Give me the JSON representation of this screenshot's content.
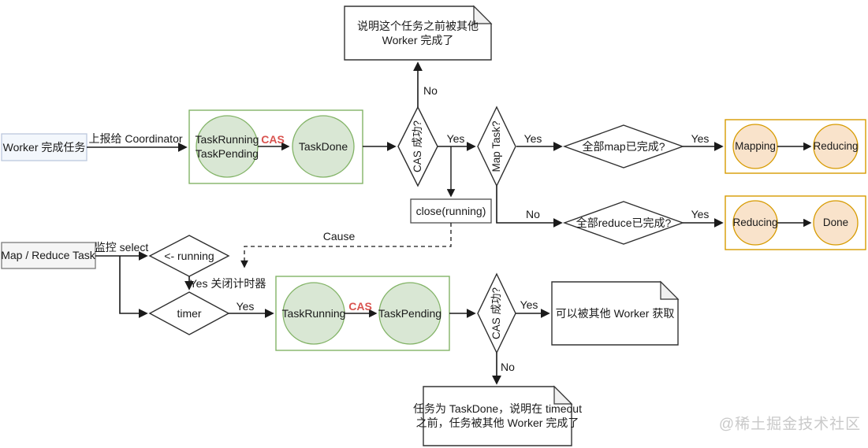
{
  "colors": {
    "green_fill": "#d9e7d4",
    "green_border": "#82b366",
    "orange_fill": "#f9e3cb",
    "orange_border": "#d79b00",
    "blue_fill": "#f3f7fc",
    "blue_border": "#bcc8dd",
    "gray_fill": "#f5f5f5",
    "cas_red": "#d9534f",
    "line": "#1a1a1a",
    "watermark_gray": "#c9c9c9"
  },
  "nodes": {
    "worker_done": "Worker 完成任务",
    "task_running_pending": {
      "line1": "TaskRunning",
      "line2": "TaskPending"
    },
    "task_done": "TaskDone",
    "cas_success_top": "CAS 成功?",
    "map_task": "Map Task?",
    "all_map_done": "全部map已完成?",
    "mapping": "Mapping",
    "reducing_after_map": "Reducing",
    "all_reduce_done": "全部reduce已完成?",
    "reducing_bottom": "Reducing",
    "done": "Done",
    "close_running": "close(running)",
    "map_reduce_task": "Map / Reduce Task",
    "recv_running": "<- running",
    "timer": "timer",
    "task_running": "TaskRunning",
    "task_pending": "TaskPending",
    "cas_success_bottom": "CAS 成功?"
  },
  "notes": {
    "completed_by_other": "说明这个任务之前被其他 Worker 完成了",
    "available_to_others": "可以被其他 Worker 获取",
    "timeout_lines": [
      "任务为 TaskDone，说明在 timeout",
      "之前，任务被其他 Worker 完成了"
    ]
  },
  "edges": {
    "report_to_coordinator": "上报给 Coordinator",
    "cas_label_top": "CAS",
    "cas_top_no": "No",
    "cas_top_yes": "Yes",
    "map_task_yes": "Yes",
    "map_task_no": "No",
    "all_map_yes": "Yes",
    "all_reduce_yes": "Yes",
    "cause": "Cause",
    "monitor_select": "监控 select",
    "running_yes_close_timer": "Yes 关闭计时器",
    "timer_yes": "Yes",
    "cas_label_bottom": "CAS",
    "cas_bottom_yes": "Yes",
    "cas_bottom_no": "No"
  },
  "watermark": "@稀土掘金技术社区"
}
